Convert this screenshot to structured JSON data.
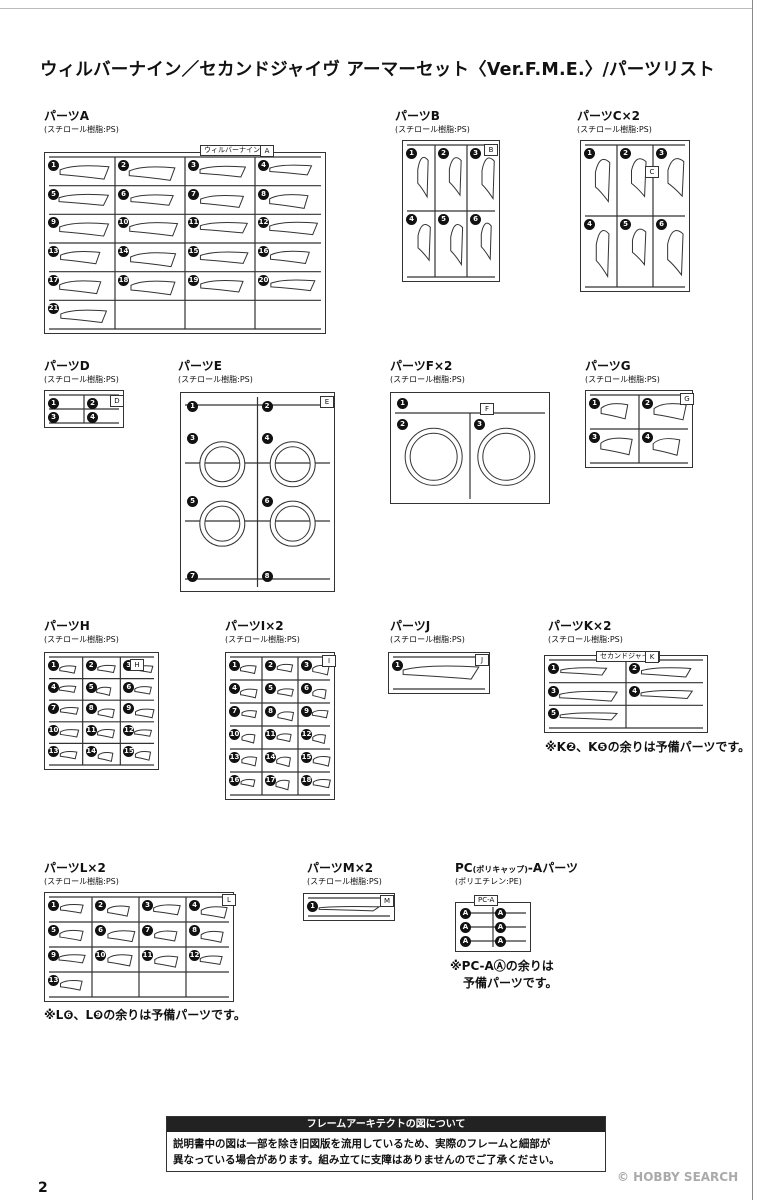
{
  "title": "ウィルバーナイン／セカンドジャイヴ アーマーセット〈Ver.F.M.E.〉/パーツリスト",
  "material_ps": "(スチロール樹脂:PS)",
  "material_pe": "(ポリエチレン:PE)",
  "parts": {
    "A": {
      "label": "パーツA",
      "runner": "ウィルバーナイン",
      "letter": "A",
      "numbers": [
        "1",
        "2",
        "3",
        "4",
        "5",
        "6",
        "7",
        "8",
        "9",
        "10",
        "11",
        "12",
        "13",
        "14",
        "15",
        "16",
        "17",
        "18",
        "19",
        "20",
        "21"
      ]
    },
    "B": {
      "label": "パーツB",
      "letter": "B",
      "numbers": [
        "1",
        "2",
        "3",
        "4",
        "5",
        "6"
      ]
    },
    "C": {
      "label": "パーツC×2",
      "letter": "C",
      "numbers": [
        "1",
        "2",
        "3",
        "4",
        "5",
        "6"
      ]
    },
    "D": {
      "label": "パーツD",
      "letter": "D",
      "numbers": [
        "1",
        "2",
        "3",
        "4"
      ]
    },
    "E": {
      "label": "パーツE",
      "letter": "E",
      "numbers": [
        "1",
        "2",
        "3",
        "4",
        "5",
        "6",
        "7",
        "8"
      ]
    },
    "F": {
      "label": "パーツF×2",
      "letter": "F",
      "numbers": [
        "1",
        "2",
        "3"
      ]
    },
    "G": {
      "label": "パーツG",
      "letter": "G",
      "numbers": [
        "1",
        "2",
        "3",
        "4"
      ]
    },
    "H": {
      "label": "パーツH",
      "letter": "H",
      "numbers": [
        "1",
        "2",
        "3",
        "4",
        "5",
        "6",
        "7",
        "8",
        "9",
        "10",
        "11",
        "12",
        "13",
        "14",
        "15"
      ]
    },
    "I": {
      "label": "パーツI×2",
      "letter": "I",
      "numbers": [
        "1",
        "2",
        "3",
        "4",
        "5",
        "6",
        "7",
        "8",
        "9",
        "10",
        "11",
        "12",
        "13",
        "14",
        "15",
        "16",
        "17",
        "18"
      ]
    },
    "J": {
      "label": "パーツJ",
      "letter": "J",
      "numbers": [
        "1"
      ]
    },
    "K": {
      "label": "パーツK×2",
      "runner": "セカンドジャイヴ",
      "letter": "K",
      "numbers": [
        "1",
        "2",
        "3",
        "4",
        "5"
      ]
    },
    "L": {
      "label": "パーツL×2",
      "letter": "L",
      "numbers": [
        "1",
        "2",
        "3",
        "4",
        "5",
        "6",
        "7",
        "8",
        "9",
        "10",
        "11",
        "12",
        "13"
      ]
    },
    "M": {
      "label": "パーツM×2",
      "letter": "M",
      "numbers": [
        "1"
      ]
    },
    "PC": {
      "label": "PC",
      "label_small": "(ポリキャップ)",
      "label_suffix": "-Aパーツ",
      "runner": "PC-A",
      "numbers": [
        "A",
        "A",
        "A",
        "A",
        "A",
        "A"
      ]
    }
  },
  "notes": {
    "k": "※K❷、K❺の余りは予備パーツです。",
    "l": "※L❻、L❾の余りは予備パーツです。",
    "pc_line1": "※PC-AⒶの余りは",
    "pc_line2": "予備パーツです。"
  },
  "notice": {
    "heading": "フレームアーキテクトの図について",
    "line1": "説明書中の図は一部を除き旧図版を流用しているため、実際のフレームと細部が",
    "line2": "異なっている場合があります。組み立てに支障はありませんのでご了承ください。"
  },
  "page_number": "2",
  "watermark": "© HOBBY SEARCH"
}
